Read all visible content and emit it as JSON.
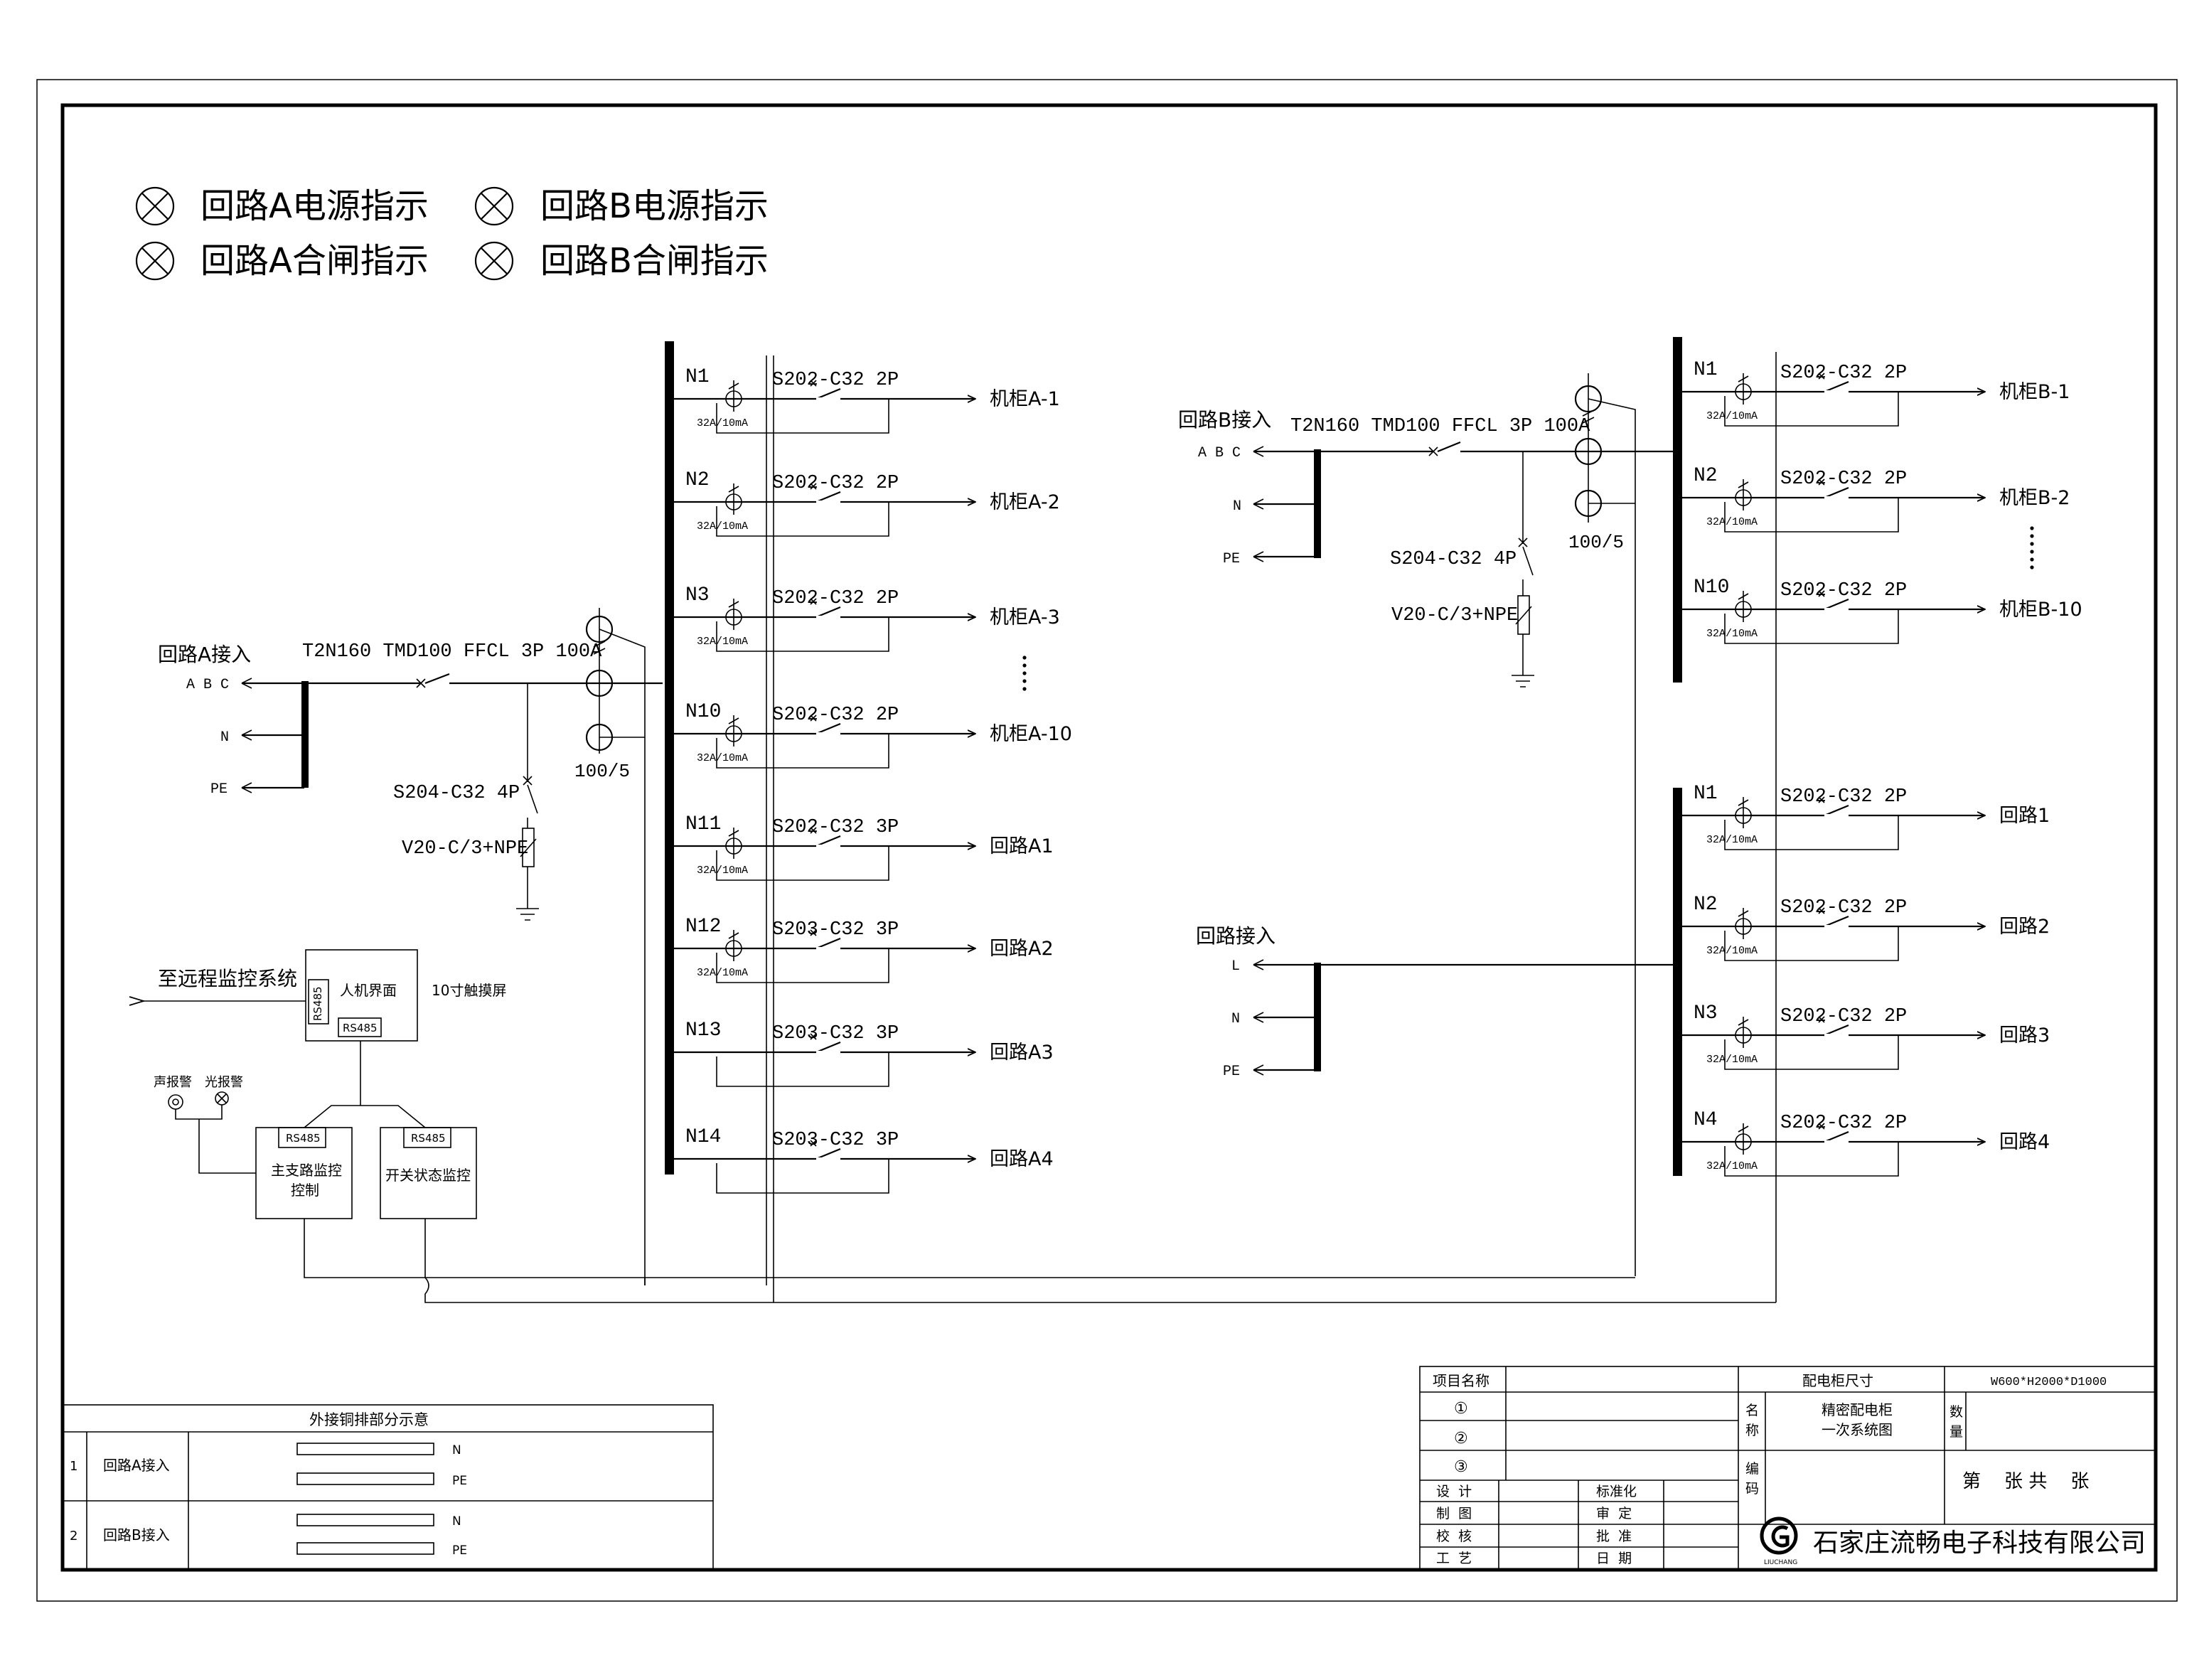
{
  "legend": [
    "回路A电源指示",
    "回路B电源指示",
    "回路A合闸指示",
    "回路B合闸指示"
  ],
  "circuit_a": {
    "label": "回路A接入",
    "phases": [
      "A B C",
      "N",
      "PE"
    ],
    "main_breaker": "T2N160 TMD100 FFCL 3P 100A",
    "ct": "100/5",
    "spd_breaker": "S204-C32 4P",
    "spd": "V20-C/3+NPE",
    "branches": [
      {
        "id": "N1",
        "breaker": "S202-C32 2P",
        "rcd": "32A/10mA",
        "load": "机柜A-1"
      },
      {
        "id": "N2",
        "breaker": "S202-C32 2P",
        "rcd": "32A/10mA",
        "load": "机柜A-2"
      },
      {
        "id": "N3",
        "breaker": "S202-C32 2P",
        "rcd": "32A/10mA",
        "load": "机柜A-3"
      },
      {
        "id": "N10",
        "breaker": "S202-C32 2P",
        "rcd": "32A/10mA",
        "load": "机柜A-10"
      },
      {
        "id": "N11",
        "breaker": "S202-C32 3P",
        "rcd": "32A/10mA",
        "load": "回路A1"
      },
      {
        "id": "N12",
        "breaker": "S203-C32 3P",
        "rcd": "32A/10mA",
        "load": "回路A2"
      },
      {
        "id": "N13",
        "breaker": "S203-C32 3P",
        "rcd": "",
        "load": "回路A3"
      },
      {
        "id": "N14",
        "breaker": "S203-C32 3P",
        "rcd": "",
        "load": "回路A4"
      }
    ]
  },
  "circuit_b": {
    "label": "回路B接入",
    "phases": [
      "A B C",
      "N",
      "PE"
    ],
    "main_breaker": "T2N160 TMD100 FFCL 3P 100A",
    "ct": "100/5",
    "spd_breaker": "S204-C32 4P",
    "spd": "V20-C/3+NPE",
    "branches": [
      {
        "id": "N1",
        "breaker": "S202-C32 2P",
        "rcd": "32A/10mA",
        "load": "机柜B-1"
      },
      {
        "id": "N2",
        "breaker": "S202-C32 2P",
        "rcd": "32A/10mA",
        "load": "机柜B-2"
      },
      {
        "id": "N10",
        "breaker": "S202-C32 2P",
        "rcd": "32A/10mA",
        "load": "机柜B-10"
      }
    ]
  },
  "circuit_l": {
    "label": "回路接入",
    "phases": [
      "L",
      "N",
      "PE"
    ],
    "branches": [
      {
        "id": "N1",
        "breaker": "S202-C32 2P",
        "rcd": "32A/10mA",
        "load": "回路1"
      },
      {
        "id": "N2",
        "breaker": "S202-C32 2P",
        "rcd": "32A/10mA",
        "load": "回路2"
      },
      {
        "id": "N3",
        "breaker": "S202-C32 2P",
        "rcd": "32A/10mA",
        "load": "回路3"
      },
      {
        "id": "N4",
        "breaker": "S202-C32 2P",
        "rcd": "32A/10mA",
        "load": "回路4"
      }
    ]
  },
  "monitor": {
    "remote": "至远程监控系统",
    "hmi": "人机界面",
    "touch": "10寸触摸屏",
    "rs485": "RS485",
    "sound_alarm": "声报警",
    "light_alarm": "光报警",
    "main_ctrl_1": "主支路监控",
    "main_ctrl_2": "控制",
    "switch_ctrl": "开关状态监控"
  },
  "busbar_table": {
    "title": "外接铜排部分示意",
    "rows": [
      {
        "no": "1",
        "name": "回路A接入",
        "bars": [
          "N",
          "PE"
        ]
      },
      {
        "no": "2",
        "name": "回路B接入",
        "bars": [
          "N",
          "PE"
        ]
      }
    ]
  },
  "title_block": {
    "project_name_label": "项目名称",
    "items": [
      "①",
      "②",
      "③"
    ],
    "size_label": "配电柜尺寸",
    "size_value": "W600*H2000*D1000",
    "name_label_1": "名",
    "name_label_2": "称",
    "drawing_name_1": "精密配电柜",
    "drawing_name_2": "一次系统图",
    "qty_label_1": "数",
    "qty_label_2": "量",
    "code_label_1": "编",
    "code_label_2": "码",
    "sheet": "第    张 共    张",
    "roles_left": [
      "设  计",
      "制  图",
      "校  核",
      "工  艺"
    ],
    "roles_right": [
      "标准化",
      "审  定",
      "批  准",
      "日  期"
    ],
    "logo_text": "LIUCHANG",
    "company": "石家庄流畅电子科技有限公司"
  }
}
